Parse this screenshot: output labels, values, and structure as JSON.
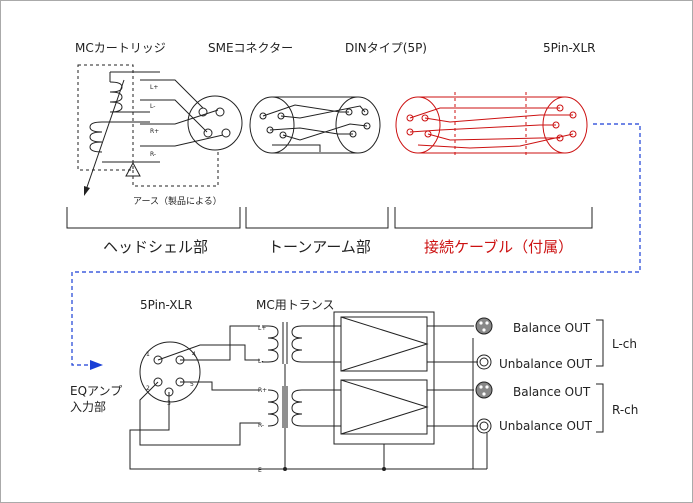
{
  "top": {
    "cartridge_label": "MCカートリッジ",
    "sme_label": "SMEコネクター",
    "din_label": "DINタイプ(5P)",
    "xlr_label": "5Pin-XLR",
    "earth_note": "アース（製品による）",
    "pins": [
      "L+",
      "L-",
      "R+",
      "R-"
    ]
  },
  "sections": {
    "headshell": "ヘッドシェル部",
    "tonearm": "トーンアーム部",
    "cable": "接続ケーブル（付属）"
  },
  "bottom": {
    "xlr_label": "5Pin-XLR",
    "trans_label": "MC用トランス",
    "eq_input": [
      "EQアンプ",
      "入力部"
    ],
    "trans_taps": [
      "L+",
      "L-",
      "R+",
      "R-",
      "E"
    ],
    "xlr_pins": [
      "1",
      "2",
      "3",
      "4",
      "5"
    ],
    "outputs": [
      {
        "label": "Balance  OUT"
      },
      {
        "label": "Unbalance  OUT"
      },
      {
        "label": "Balance  OUT"
      },
      {
        "label": "Unbalance  OUT"
      }
    ],
    "channels": [
      "L-ch",
      "R-ch"
    ]
  },
  "colors": {
    "line": "#222222",
    "cable_red": "#cc1111",
    "link_blue": "#1a3fd6"
  }
}
